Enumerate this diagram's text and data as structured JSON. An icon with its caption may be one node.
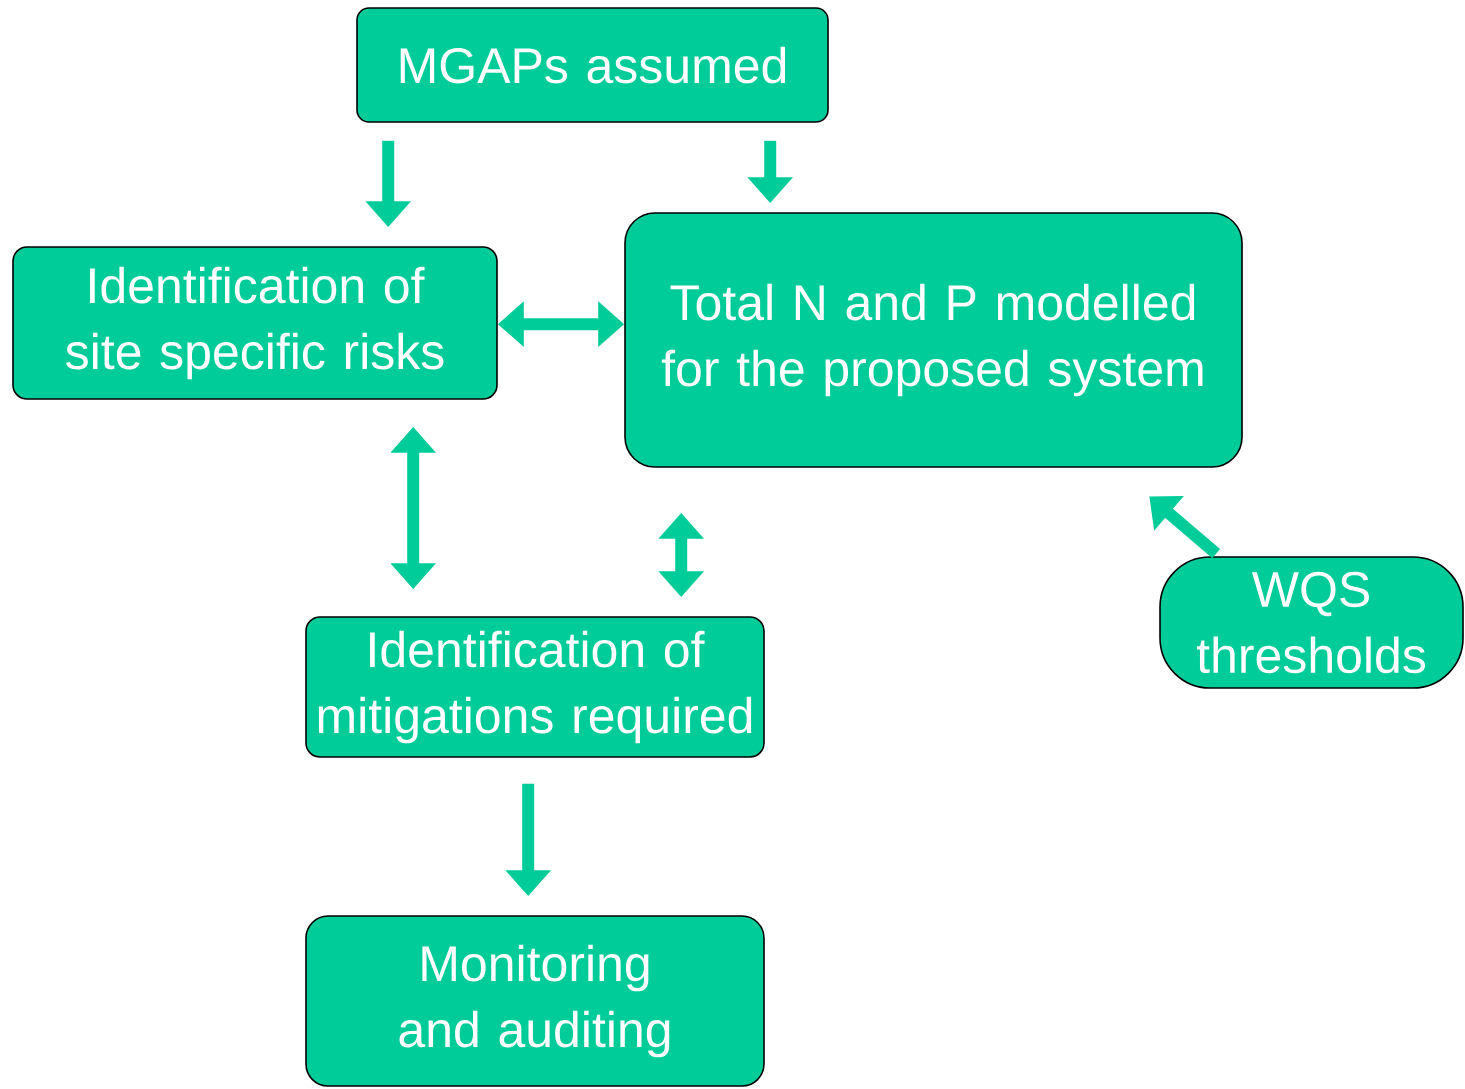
{
  "diagram": {
    "nodes": [
      {
        "text": [
          "MGAPs assumed"
        ]
      },
      {
        "text": [
          "Identification of site specific risks"
        ]
      },
      {
        "text": [
          "Total N and P modelled for the proposed system"
        ]
      },
      {
        "text": [
          "Identification of mitigations required"
        ]
      },
      {
        "text": [
          "Monitoring and auditing"
        ]
      },
      {
        "text": [
          "WQS thresholds"
        ]
      }
    ],
    "edges": [
      {
        "from": 0,
        "to": 1,
        "arrow": "to"
      },
      {
        "from": 0,
        "to": 2,
        "arrow": "to"
      },
      {
        "from": 1,
        "to": 2,
        "arrow": "both"
      },
      {
        "from": 1,
        "to": 3,
        "arrow": "both"
      },
      {
        "from": 2,
        "to": 3,
        "arrow": "both"
      },
      {
        "from": 3,
        "to": 4,
        "arrow": "to"
      },
      {
        "from": 5,
        "to": 2,
        "arrow": "to"
      }
    ]
  }
}
